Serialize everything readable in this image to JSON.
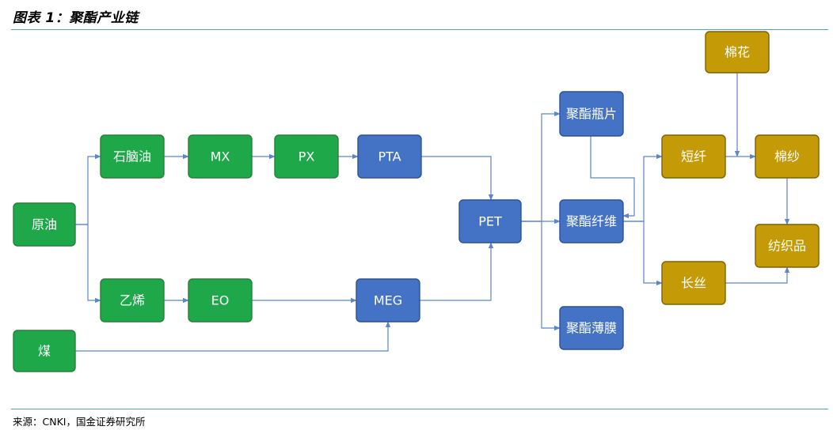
{
  "title": "图表 1：聚酯产业链",
  "source": "来源：CNKI，国金证券研究所",
  "colors": {
    "green": "#1ea84a",
    "green_border": "#2e7d3a",
    "blue": "#4473c5",
    "blue_border": "#2f528f",
    "gold": "#c49a06",
    "gold_border": "#7f6000",
    "edge": "#5b86c8"
  },
  "nodes": [
    {
      "id": "crude",
      "label": "原油",
      "color": "green"
    },
    {
      "id": "coal",
      "label": "煤",
      "color": "green"
    },
    {
      "id": "naphtha",
      "label": "石脑油",
      "color": "green"
    },
    {
      "id": "mx",
      "label": "MX",
      "color": "green"
    },
    {
      "id": "px",
      "label": "PX",
      "color": "green"
    },
    {
      "id": "pta",
      "label": "PTA",
      "color": "blue"
    },
    {
      "id": "ethylene",
      "label": "乙烯",
      "color": "green"
    },
    {
      "id": "eo",
      "label": "EO",
      "color": "green"
    },
    {
      "id": "meg",
      "label": "MEG",
      "color": "blue"
    },
    {
      "id": "pet",
      "label": "PET",
      "color": "blue"
    },
    {
      "id": "bottle",
      "label": "聚酯瓶片",
      "color": "blue"
    },
    {
      "id": "fiber",
      "label": "聚酯纤维",
      "color": "blue"
    },
    {
      "id": "film",
      "label": "聚酯薄膜",
      "color": "blue"
    },
    {
      "id": "cotton",
      "label": "棉花",
      "color": "gold"
    },
    {
      "id": "staple",
      "label": "短纤",
      "color": "gold"
    },
    {
      "id": "filament",
      "label": "长丝",
      "color": "gold"
    },
    {
      "id": "yarn",
      "label": "棉纱",
      "color": "gold"
    },
    {
      "id": "textile",
      "label": "纺织品",
      "color": "gold"
    }
  ],
  "edges": [
    {
      "from": "crude",
      "to": "naphtha"
    },
    {
      "from": "crude",
      "to": "ethylene"
    },
    {
      "from": "naphtha",
      "to": "mx"
    },
    {
      "from": "mx",
      "to": "px"
    },
    {
      "from": "px",
      "to": "pta"
    },
    {
      "from": "pta",
      "to": "pet"
    },
    {
      "from": "ethylene",
      "to": "eo"
    },
    {
      "from": "eo",
      "to": "meg"
    },
    {
      "from": "coal",
      "to": "meg"
    },
    {
      "from": "meg",
      "to": "pet"
    },
    {
      "from": "pet",
      "to": "bottle"
    },
    {
      "from": "pet",
      "to": "fiber"
    },
    {
      "from": "pet",
      "to": "film"
    },
    {
      "from": "bottle",
      "to": "fiber"
    },
    {
      "from": "fiber",
      "to": "staple"
    },
    {
      "from": "fiber",
      "to": "filament"
    },
    {
      "from": "cotton",
      "to": "yarn"
    },
    {
      "from": "staple",
      "to": "yarn"
    },
    {
      "from": "yarn",
      "to": "textile"
    },
    {
      "from": "filament",
      "to": "textile"
    }
  ]
}
